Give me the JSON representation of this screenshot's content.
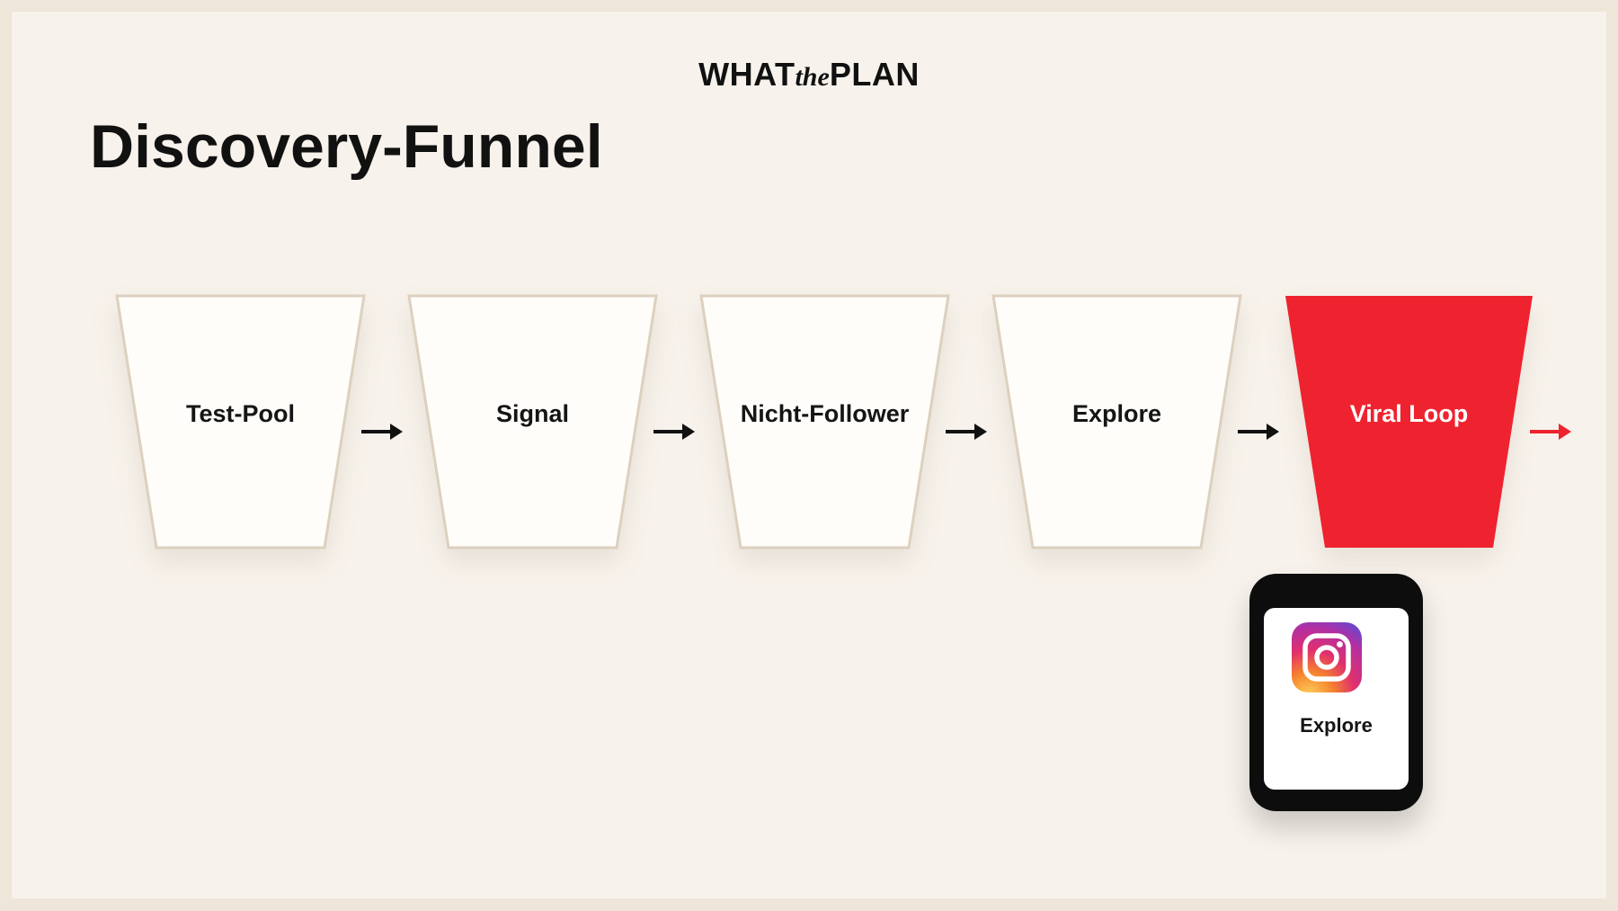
{
  "logo": {
    "what": "WHAT",
    "the": "the",
    "plan": "PLAN"
  },
  "title": "Discovery-Funnel",
  "stages": [
    {
      "label": "Test-Pool",
      "active": false
    },
    {
      "label": "Signal",
      "active": false
    },
    {
      "label": "Nicht-Follower",
      "active": false
    },
    {
      "label": "Explore",
      "active": false
    },
    {
      "label": "Viral Loop",
      "active": true
    }
  ],
  "colors": {
    "accent": "#ef222f",
    "stage_fill": "#fefdf9",
    "stage_border": "#ddd0bf",
    "arrow": "#111111",
    "background": "#f7f2eb"
  },
  "card": {
    "icon": "instagram-icon",
    "label": "Explore"
  }
}
